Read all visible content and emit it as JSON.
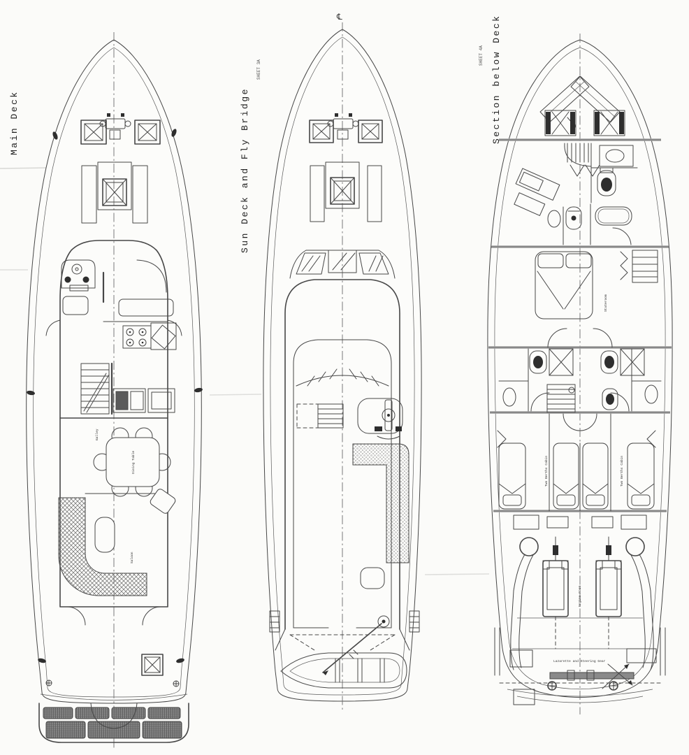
{
  "drawing": {
    "type": "yacht-deck-plans",
    "background": "#fbfbf9",
    "ink": "#474747",
    "bulkhead_gray": "#a3a3a3",
    "plans": [
      {
        "key": "main_deck",
        "title": "Main Deck"
      },
      {
        "key": "sun_deck",
        "title": "Sun Deck and Fly Bridge",
        "sheet_note": "SHEET 3A",
        "centerline_mark": "℄"
      },
      {
        "key": "below_deck",
        "title": "Section below Deck",
        "sheet_note": "SHEET 4A"
      }
    ],
    "labels": {
      "galley": "Galley",
      "dining": "Dining Table",
      "saloon": "Saloon",
      "stateroom": "Stateroom",
      "two_berths_port": "Two Berths Cabin",
      "two_berths_stbd": "Two Berths Cabin",
      "engine_room": "Engine Room",
      "lazarette": "Lazarette and Steering Gear"
    }
  }
}
